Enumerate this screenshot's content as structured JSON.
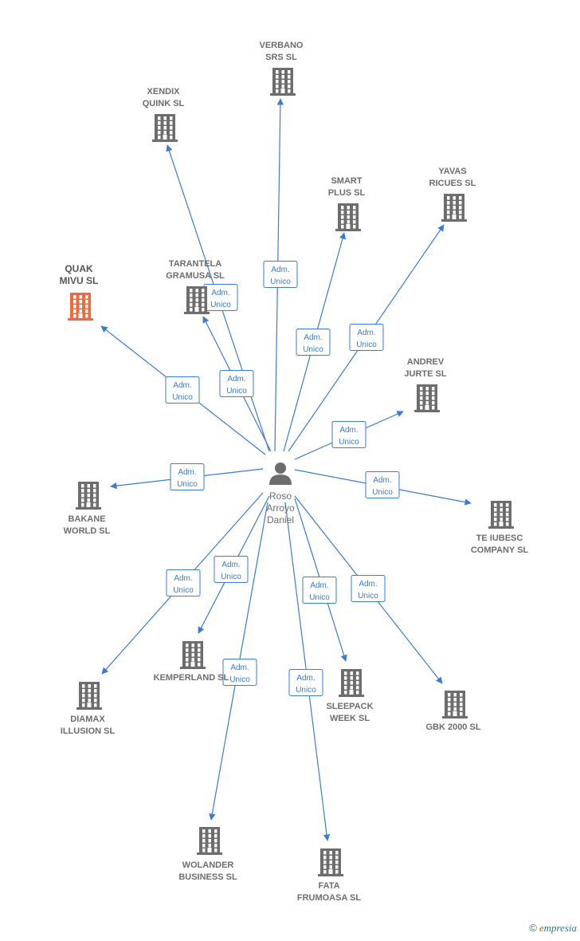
{
  "center": {
    "name_lines": [
      "Roso",
      "Arroyo",
      "Daniel"
    ],
    "icon": "person-icon"
  },
  "edge_label_lines": [
    "Adm.",
    "Unico"
  ],
  "colors": {
    "edge": "#3a7bd5",
    "building": "#6d6d6d",
    "highlight": "#f26a3c"
  },
  "companies": [
    {
      "id": "verbano",
      "lines": [
        "VERBANO",
        "SRS SL"
      ]
    },
    {
      "id": "xendix",
      "lines": [
        "XENDIX",
        "QUINK SL"
      ]
    },
    {
      "id": "smart",
      "lines": [
        "SMART",
        "PLUS SL"
      ]
    },
    {
      "id": "yavas",
      "lines": [
        "YAVAS",
        "RICUES SL"
      ]
    },
    {
      "id": "quak",
      "lines": [
        "QUAK",
        "MIVU SL"
      ],
      "highlight": true
    },
    {
      "id": "tarantela",
      "lines": [
        "TARANTELA",
        "GRAMUSA SL"
      ]
    },
    {
      "id": "andrev",
      "lines": [
        "ANDREV",
        "JURTE SL"
      ]
    },
    {
      "id": "bakane",
      "lines": [
        "BAKANE",
        "WORLD SL"
      ]
    },
    {
      "id": "teiubesc",
      "lines": [
        "TE IUBESC",
        "COMPANY SL"
      ]
    },
    {
      "id": "kemperland",
      "lines": [
        "KEMPERLAND SL"
      ]
    },
    {
      "id": "diamax",
      "lines": [
        "DIAMAX",
        "ILLUSION SL"
      ]
    },
    {
      "id": "sleepack",
      "lines": [
        "SLEEPACK",
        "WEEK SL"
      ]
    },
    {
      "id": "gbk",
      "lines": [
        "GBK 2000 SL"
      ]
    },
    {
      "id": "wolander",
      "lines": [
        "WOLANDER",
        "BUSINESS SL"
      ]
    },
    {
      "id": "fata",
      "lines": [
        "FATA",
        "FRUMOASA SL"
      ]
    }
  ],
  "footer": {
    "copyright": "©",
    "brand_initial": "e",
    "brand_rest": "mpresia"
  }
}
